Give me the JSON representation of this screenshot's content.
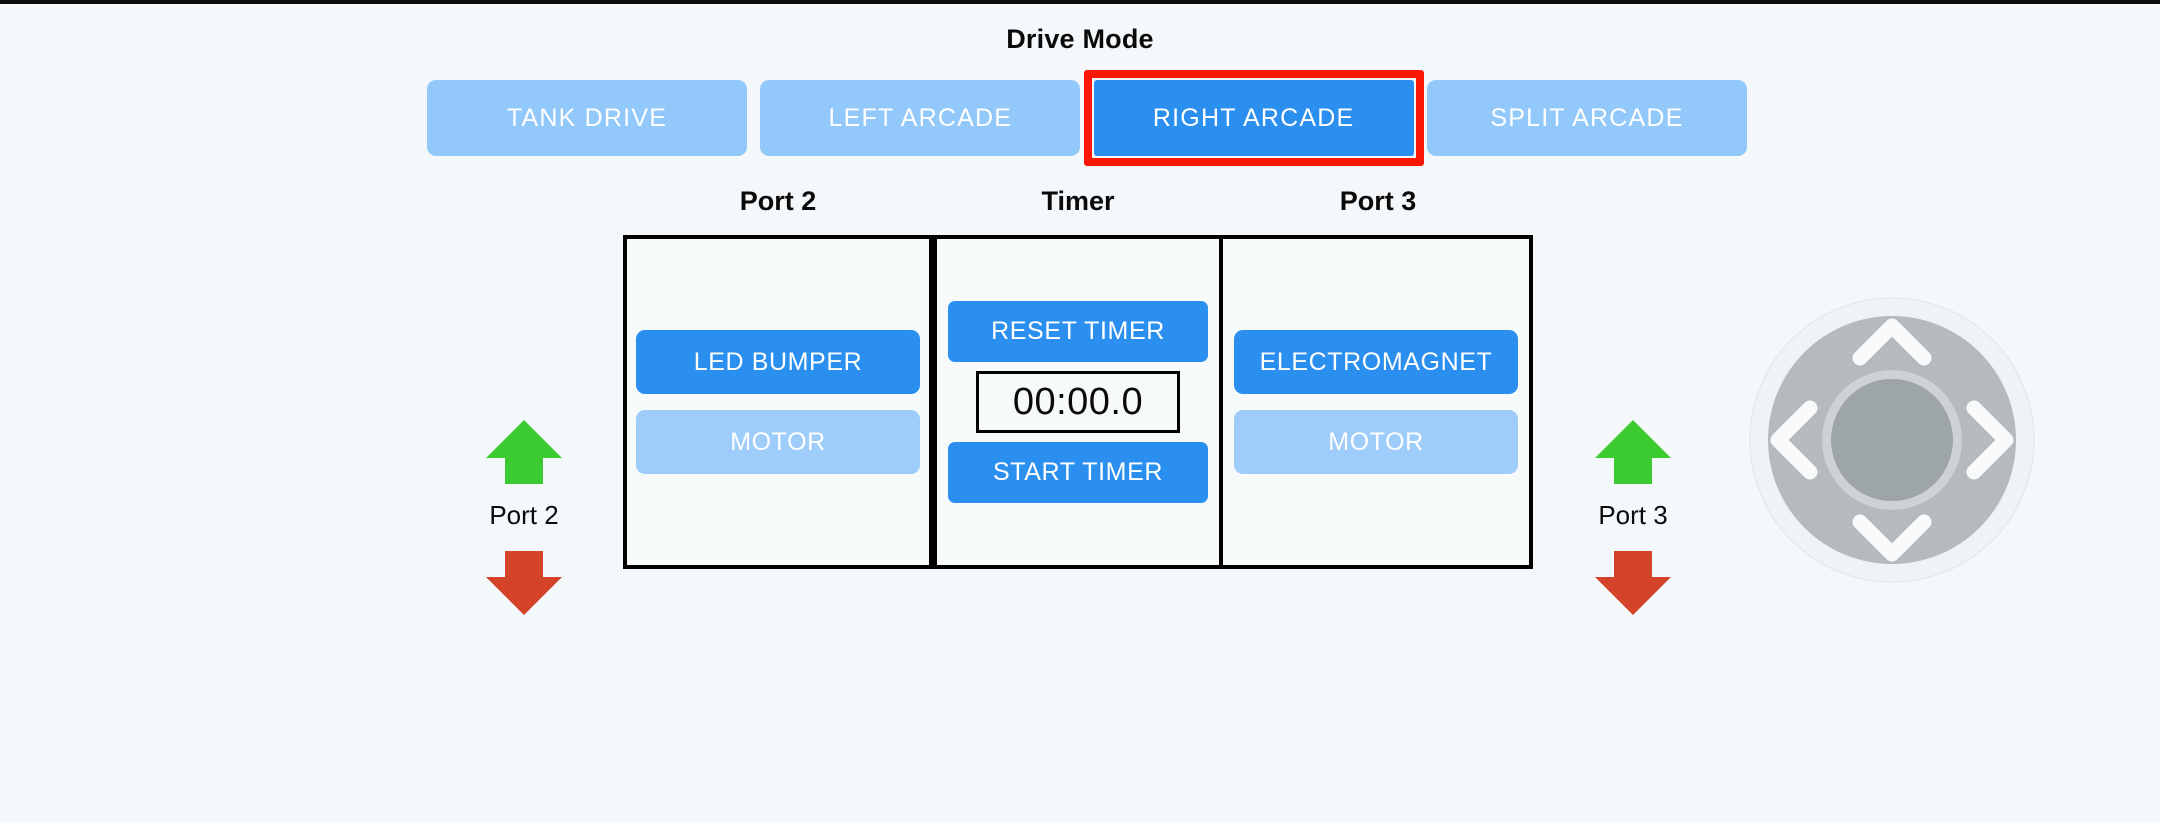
{
  "app": {
    "background_color": "#f4f8fa",
    "accent_color": "#2b8ff0",
    "muted_accent_color": "#9ecdfb",
    "selection_outline_color": "#fa1705",
    "arrow_up_color": "#3dcb32",
    "arrow_down_color": "#d2432a"
  },
  "drive_mode": {
    "title": "Drive Mode",
    "options": [
      {
        "label": "TANK DRIVE",
        "active": false
      },
      {
        "label": "LEFT ARCADE",
        "active": false
      },
      {
        "label": "RIGHT ARCADE",
        "active": true
      },
      {
        "label": "SPLIT ARCADE",
        "active": false
      }
    ],
    "selected": "RIGHT ARCADE"
  },
  "panels": [
    {
      "heading": "Port 2",
      "buttons": [
        {
          "label": "LED BUMPER",
          "state": "active"
        },
        {
          "label": "MOTOR",
          "state": "inactive"
        }
      ]
    },
    {
      "heading": "Timer",
      "reset_label": "RESET TIMER",
      "display": "00:00.0",
      "start_label": "START TIMER"
    },
    {
      "heading": "Port 3",
      "buttons": [
        {
          "label": "ELECTROMAGNET",
          "state": "active"
        },
        {
          "label": "MOTOR",
          "state": "inactive"
        }
      ]
    }
  ],
  "port_controls": [
    {
      "label": "Port 2",
      "up_icon": "arrow-up-icon",
      "down_icon": "arrow-down-icon"
    },
    {
      "label": "Port 3",
      "up_icon": "arrow-up-icon",
      "down_icon": "arrow-down-icon"
    }
  ],
  "dpad": {
    "name": "direction-pad",
    "directions": [
      "up",
      "right",
      "down",
      "left"
    ],
    "center_icon": "dpad-center-knob"
  }
}
